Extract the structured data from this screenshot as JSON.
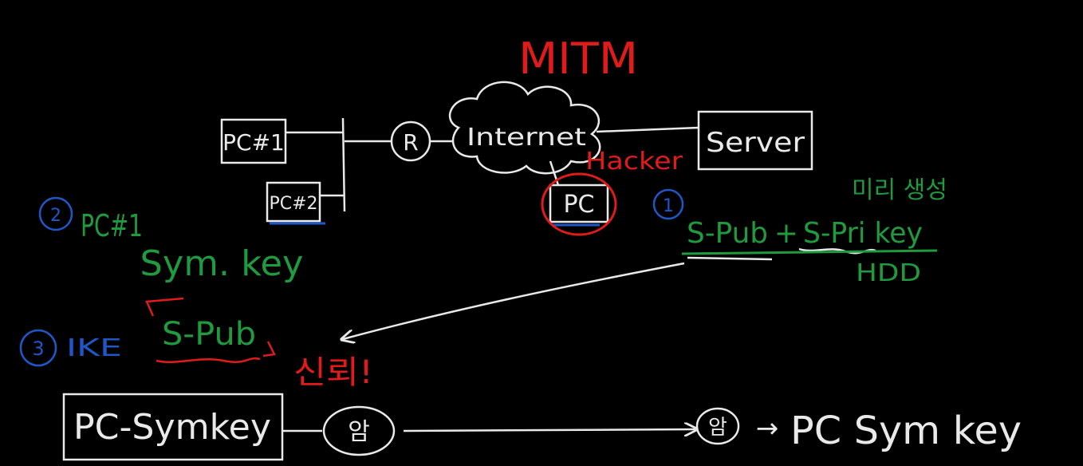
{
  "colors": {
    "background": "#000000",
    "white": "#e9e9e9",
    "red": "#e01b1b",
    "green": "#1f9a3f",
    "blue": "#1f57c8"
  },
  "title": "MITM",
  "nodes": {
    "pc1": "PC#1",
    "pc2": "PC#2",
    "router": "R",
    "internet": "Internet",
    "server": "Server",
    "hacker": "Hacker",
    "hacker_pc": "PC"
  },
  "server_side": {
    "step_num": "1",
    "note": "미리 생성",
    "keys_left": "S-Pub",
    "keys_plus": "+",
    "keys_right": "S-Pri key",
    "storage": "HDD"
  },
  "client_side": {
    "step2_num": "2",
    "step2_label": "PC#1",
    "step2_sub": "Sym. key",
    "step3_num": "3",
    "step3_label": "IKE",
    "received_key": "S-Pub",
    "trust": "신뢰!"
  },
  "bottom_flow": {
    "source": "PC-Symkey",
    "encrypt": "암",
    "decrypt": "암",
    "arrow": "→",
    "result": "PC Sym key"
  }
}
